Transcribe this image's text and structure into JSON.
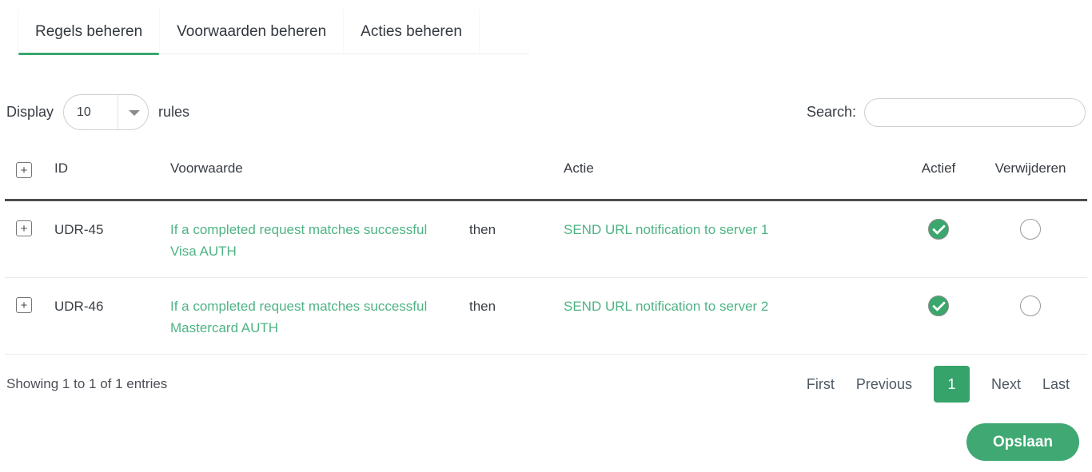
{
  "tabs": [
    {
      "label": "Regels beheren",
      "active": true
    },
    {
      "label": "Voorwaarden beheren",
      "active": false
    },
    {
      "label": "Acties beheren",
      "active": false
    }
  ],
  "display_control": {
    "prefix": "Display",
    "page_size": "10",
    "suffix": "rules"
  },
  "search": {
    "label": "Search:",
    "value": ""
  },
  "icons": {
    "expand": "plus-box-icon",
    "expand_glyph": "+",
    "page_size_arrow": "chevron-down-icon",
    "active": "check-circle-icon",
    "delete": "radio-circle-icon"
  },
  "table": {
    "headers": {
      "id": "ID",
      "condition": "Voorwaarde",
      "action": "Actie",
      "active": "Actief",
      "delete": "Verwijderen"
    },
    "rows": [
      {
        "id": "UDR-45",
        "condition": "If a completed request matches successful Visa AUTH",
        "connector": "then",
        "action": "SEND URL notification to server 1",
        "active": true,
        "delete_selected": false
      },
      {
        "id": "UDR-46",
        "condition": "If a completed request matches successful Mastercard AUTH",
        "connector": "then",
        "action": "SEND URL notification to server 2",
        "active": true,
        "delete_selected": false
      }
    ]
  },
  "footer": {
    "showing": "Showing 1 to 1 of 1 entries"
  },
  "pagination": {
    "first": "First",
    "previous": "Previous",
    "current": "1",
    "next": "Next",
    "last": "Last"
  },
  "save_button": "Opslaan",
  "colors": {
    "accent": "#3aa76d",
    "link": "#4eb384",
    "pagination_active": "#36a46a",
    "button": "#3fa873"
  }
}
